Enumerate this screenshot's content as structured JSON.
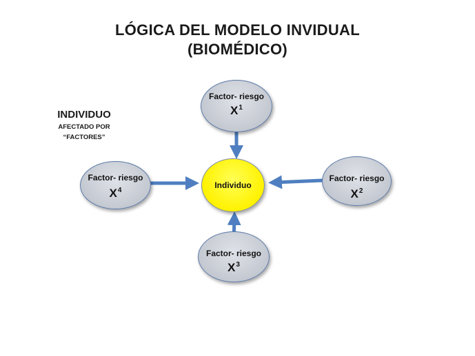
{
  "title": {
    "line1": "LÓGICA DEL MODELO INVIDUAL",
    "line2": "(BIOMÉDICO)"
  },
  "side_note": {
    "heading": "INDIVIDUO",
    "line1": "AFECTADO POR",
    "line2": "“FACTORES”"
  },
  "center": {
    "label": "Individuo"
  },
  "factors": [
    {
      "label": "Factor- riesgo",
      "variable": "X",
      "index": "1"
    },
    {
      "label": "Factor- riesgo",
      "variable": "X",
      "index": "2"
    },
    {
      "label": "Factor- riesgo",
      "variable": "X",
      "index": "3"
    },
    {
      "label": "Factor- riesgo",
      "variable": "X",
      "index": "4"
    }
  ],
  "colors": {
    "arrow": "#4f7fc0",
    "center_fill": "#fff200",
    "factor_fill": "#c8ccd4"
  }
}
